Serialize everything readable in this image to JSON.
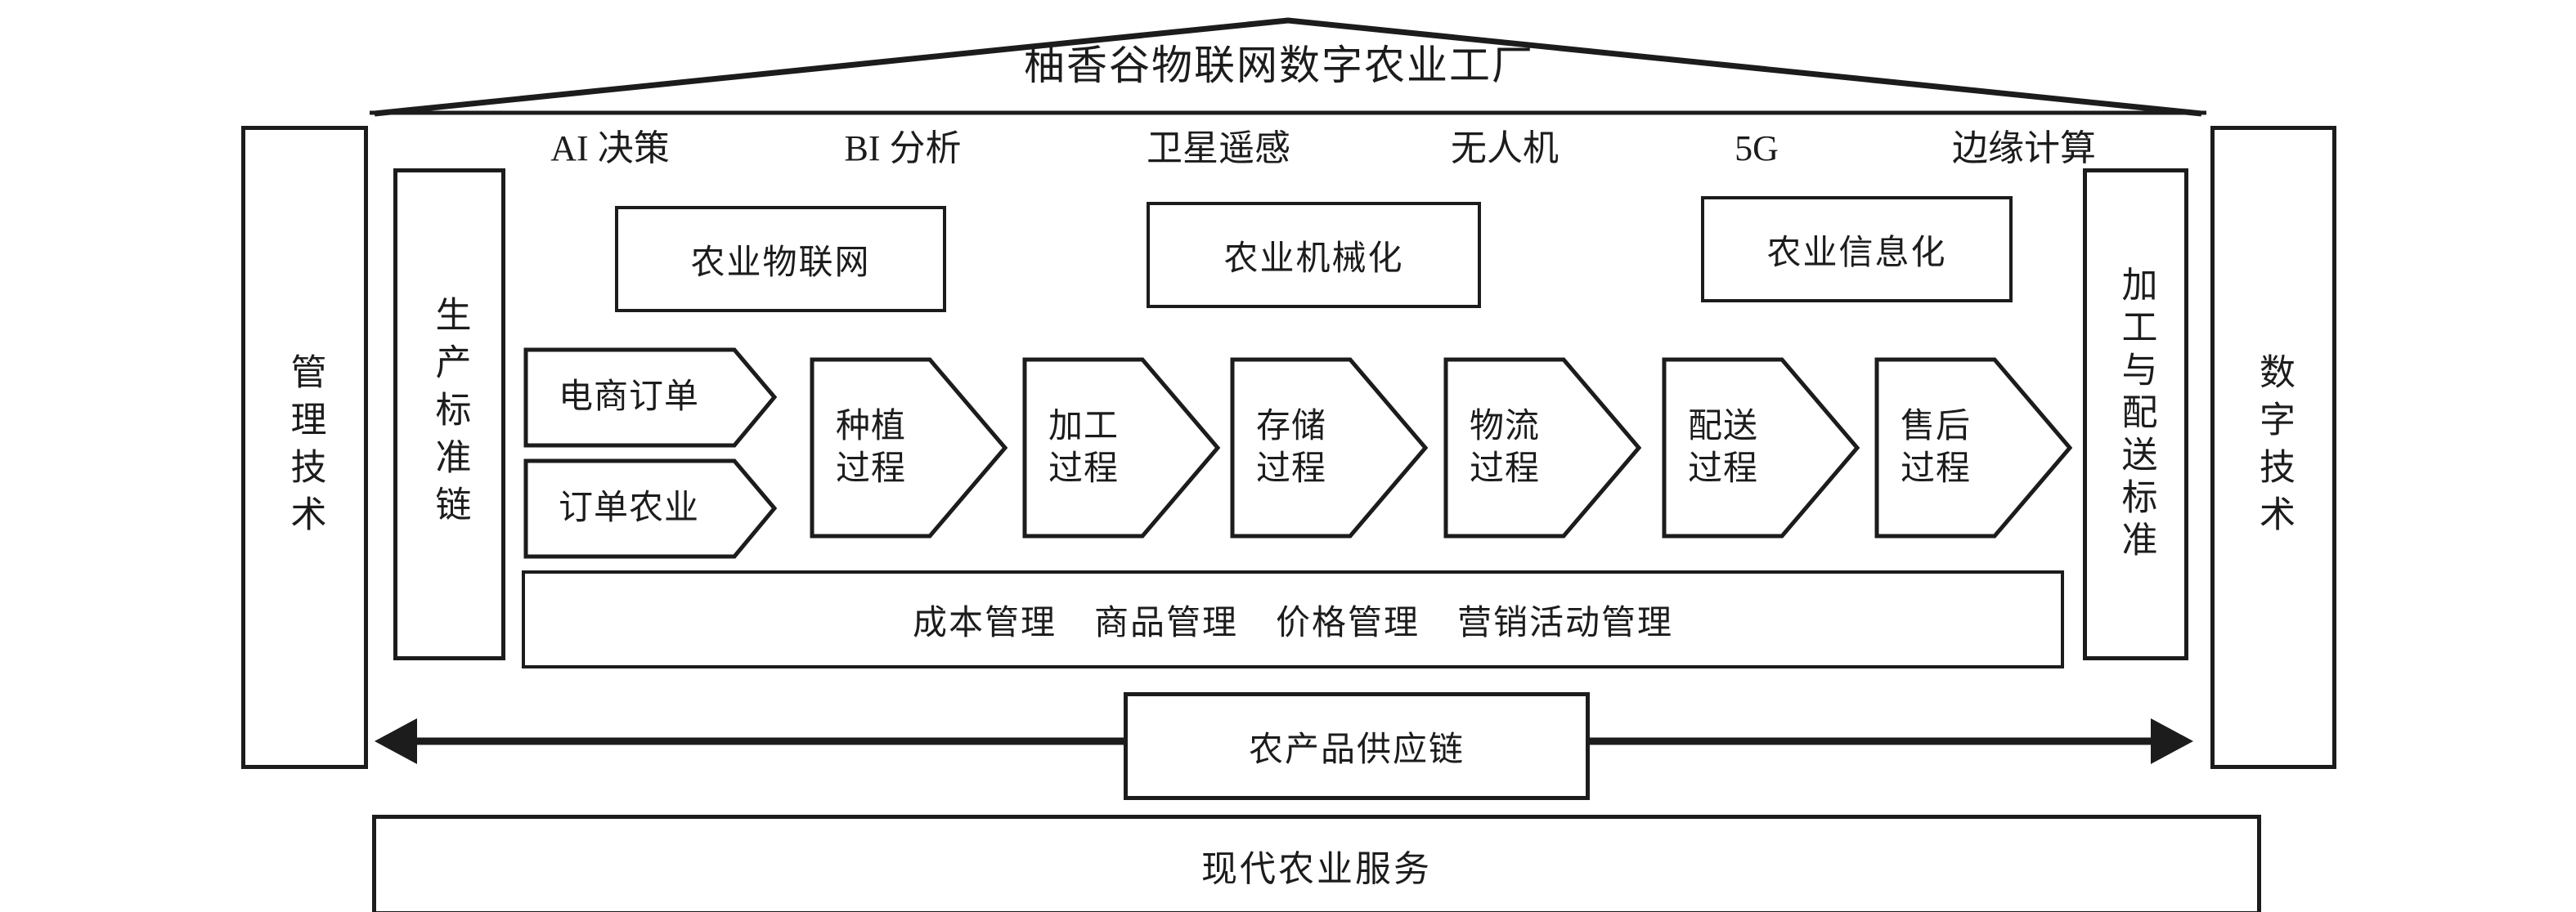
{
  "title": "柚香谷物联网数字农业工厂",
  "tech_row": {
    "items": [
      {
        "label": "AI 决策"
      },
      {
        "label": "BI 分析"
      },
      {
        "label": "卫星遥感"
      },
      {
        "label": "无人机"
      },
      {
        "label": "5G"
      },
      {
        "label": "边缘计算"
      }
    ]
  },
  "category_boxes": [
    {
      "label": "农业物联网"
    },
    {
      "label": "农业机械化"
    },
    {
      "label": "农业信息化"
    }
  ],
  "side_panels": {
    "left_outer": {
      "label": "管理技术"
    },
    "left_inner": {
      "label": "生产标准链"
    },
    "right_inner": {
      "label": "加工与配送标准"
    },
    "right_outer": {
      "label": "数字技术"
    }
  },
  "process_flow": {
    "inputs": [
      {
        "label": "电商订单"
      },
      {
        "label": "订单农业"
      }
    ],
    "stages": [
      {
        "label": "种植\n过程"
      },
      {
        "label": "加工\n过程"
      },
      {
        "label": "存储\n过程"
      },
      {
        "label": "物流\n过程"
      },
      {
        "label": "配送\n过程"
      },
      {
        "label": "售后\n过程"
      }
    ]
  },
  "management_box": {
    "items": [
      {
        "label": "成本管理"
      },
      {
        "label": "商品管理"
      },
      {
        "label": "价格管理"
      },
      {
        "label": "营销活动管理"
      }
    ]
  },
  "supply_chain": {
    "label": "农产品供应链"
  },
  "bottom_bar": {
    "label": "现代农业服务"
  },
  "colors": {
    "ink": "#1c1c1c",
    "background": "#ffffff"
  }
}
